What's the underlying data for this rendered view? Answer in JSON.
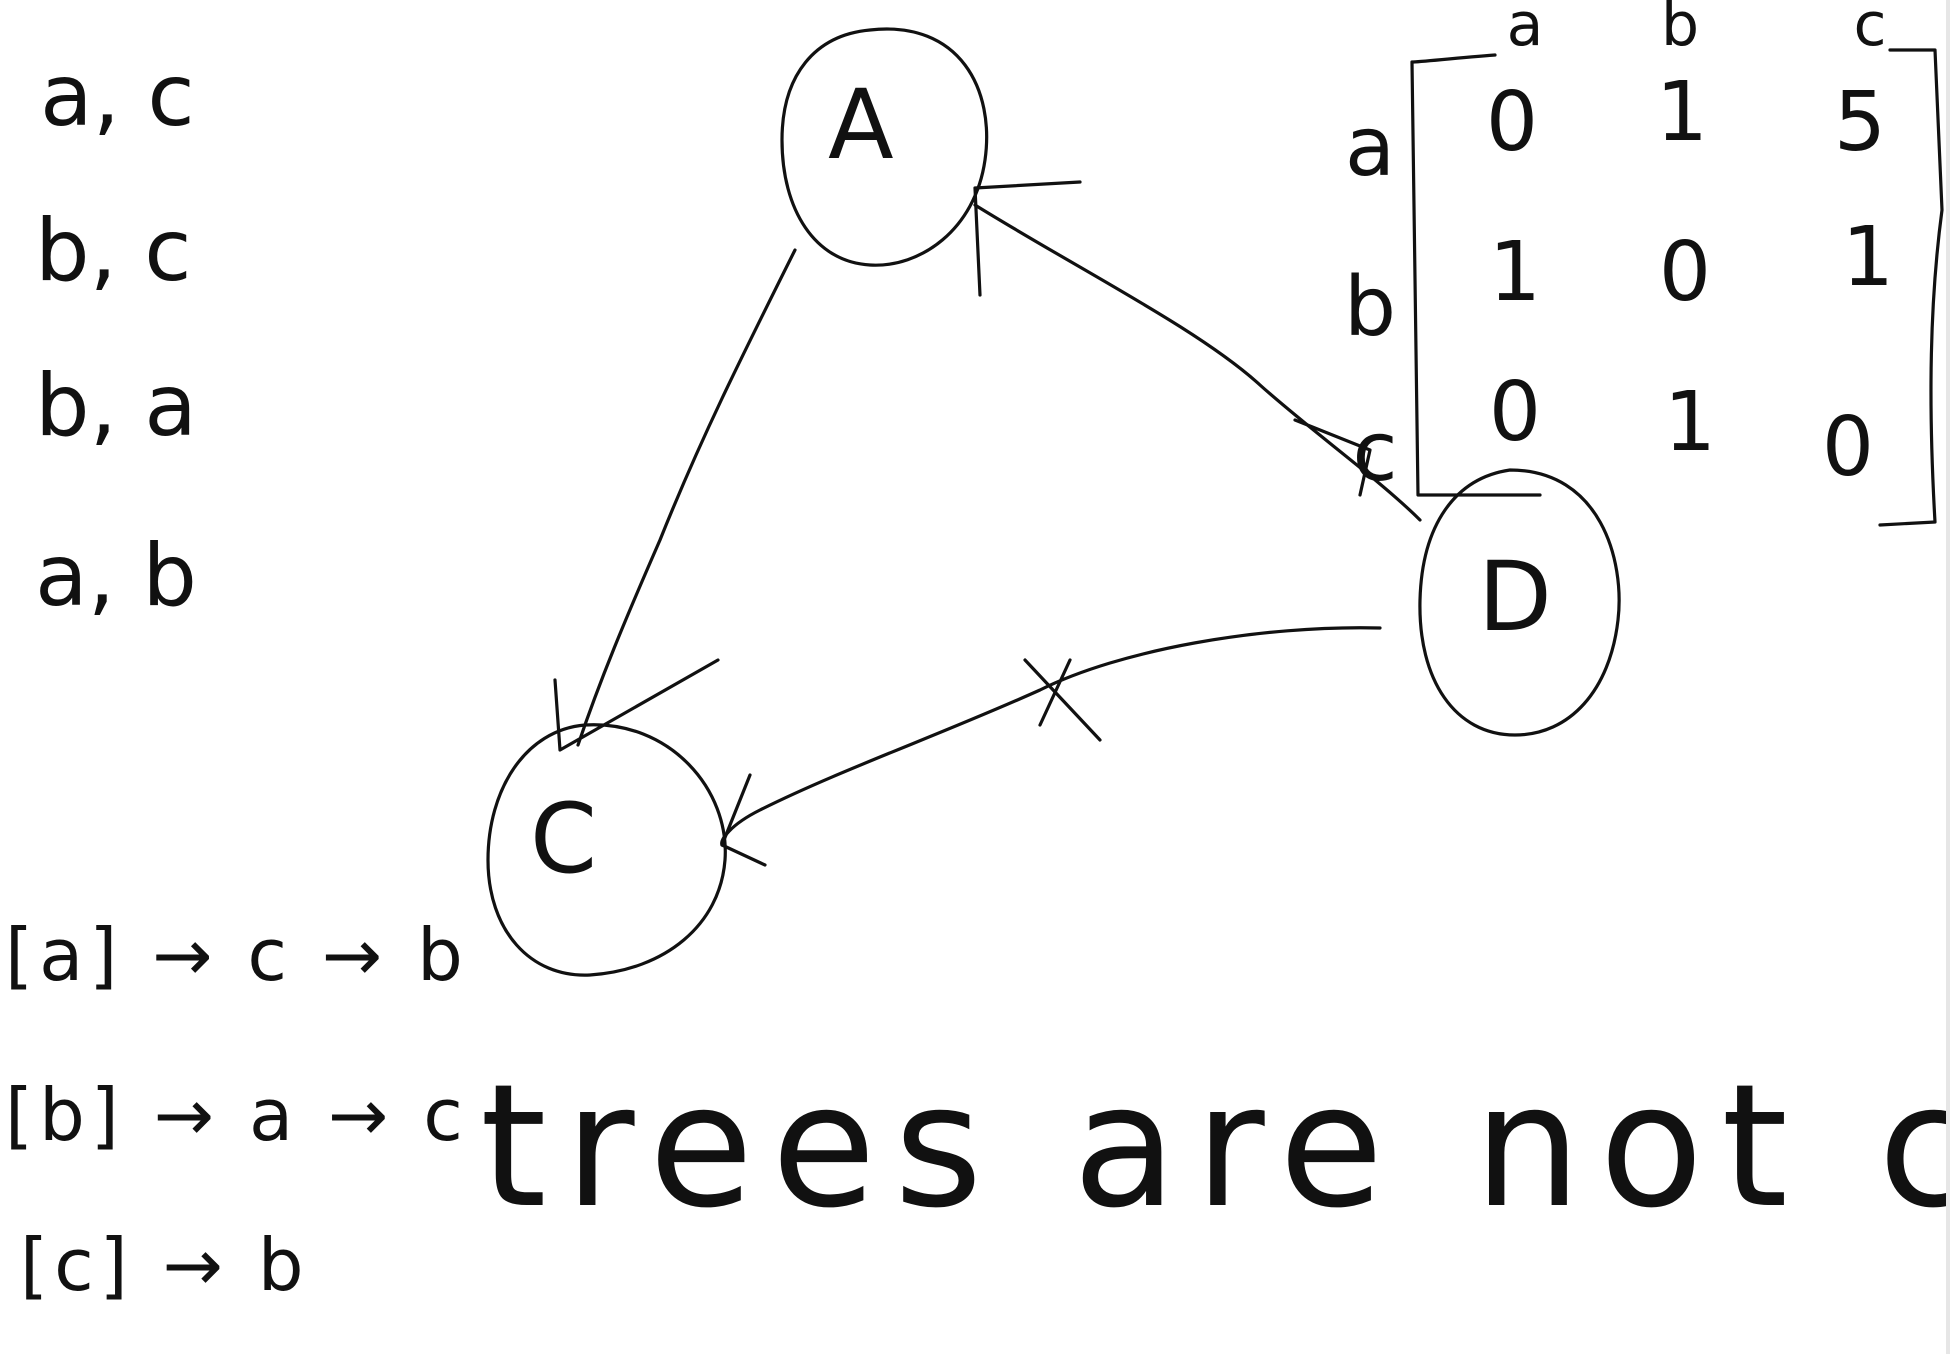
{
  "graph": {
    "nodes": [
      {
        "id": "A",
        "label": "A"
      },
      {
        "id": "B",
        "label": "D"
      },
      {
        "id": "C",
        "label": "C"
      }
    ]
  },
  "edge_list": [
    "a, c",
    "b, c",
    "b, a",
    "a, b"
  ],
  "adjacency_list": [
    "[a] → c → b",
    "[b] → a → c",
    "[c] → b"
  ],
  "matrix": {
    "col_headers": [
      "a",
      "b",
      "c"
    ],
    "row_headers": [
      "a",
      "b",
      "c"
    ],
    "rows": [
      [
        "0",
        "1",
        "5"
      ],
      [
        "1",
        "0",
        "1"
      ],
      [
        "0",
        "1",
        "0"
      ]
    ]
  },
  "caption": "trees are not cyclical",
  "marks": {
    "crossed_edge": "X"
  },
  "colors": {
    "ink": "#111111",
    "paper": "#ffffff"
  }
}
